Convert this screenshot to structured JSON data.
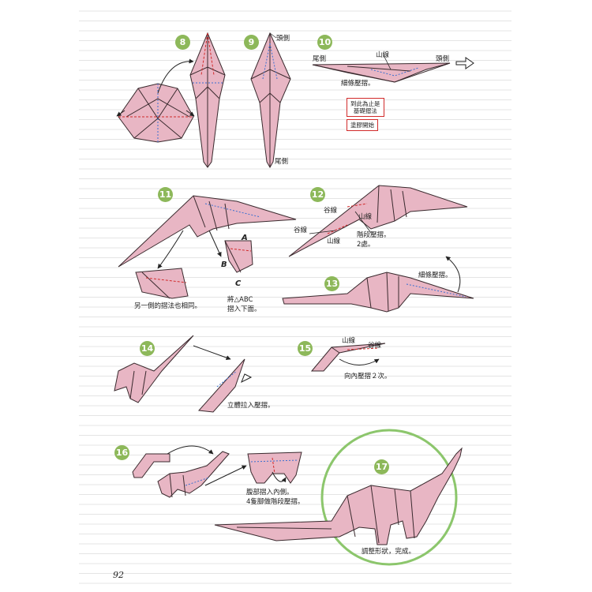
{
  "page": {
    "number": "92"
  },
  "colors": {
    "paper": "#e8b6c4",
    "edge": "#3a2a2e",
    "valley": "#d12a2a",
    "mountain": "#3b6fd0",
    "step_badge": "#8db85a",
    "final_ring": "#8cc66c"
  },
  "steps": [
    {
      "num": "8"
    },
    {
      "num": "9",
      "labels": {
        "head": "頭側",
        "tail": "尾側"
      }
    },
    {
      "num": "10",
      "labels": {
        "tail": "尾側",
        "mountain": "山線",
        "head": "頭側"
      },
      "caption": "細條壓摺。",
      "box1_line1": "到此為止是",
      "box1_line2": "基礎摺法",
      "box2": "塗膠開始"
    },
    {
      "num": "11",
      "caption_left": "另一側的摺法也相同。",
      "point_a": "A",
      "point_b": "B",
      "point_c": "C",
      "caption_right_line1": "將△ABC",
      "caption_right_line2": "摺入下面。"
    },
    {
      "num": "12",
      "labels": {
        "valley_top": "谷線",
        "mountain_top": "山線",
        "valley_bottom": "谷線",
        "mountain_bottom": "山線"
      },
      "caption_line1": "階段壓摺。",
      "caption_line2": "2處。"
    },
    {
      "num": "13",
      "caption": "細條壓摺。"
    },
    {
      "num": "14",
      "caption": "立體拉入壓摺。"
    },
    {
      "num": "15",
      "labels": {
        "mountain": "山線",
        "valley": "谷線"
      },
      "caption": "向內壓摺２次。"
    },
    {
      "num": "16",
      "caption_line1": "腹部摺入內側。",
      "caption_line2": "4隻腳做階段壓摺。"
    },
    {
      "num": "17",
      "caption": "調整形狀，完成。"
    }
  ]
}
